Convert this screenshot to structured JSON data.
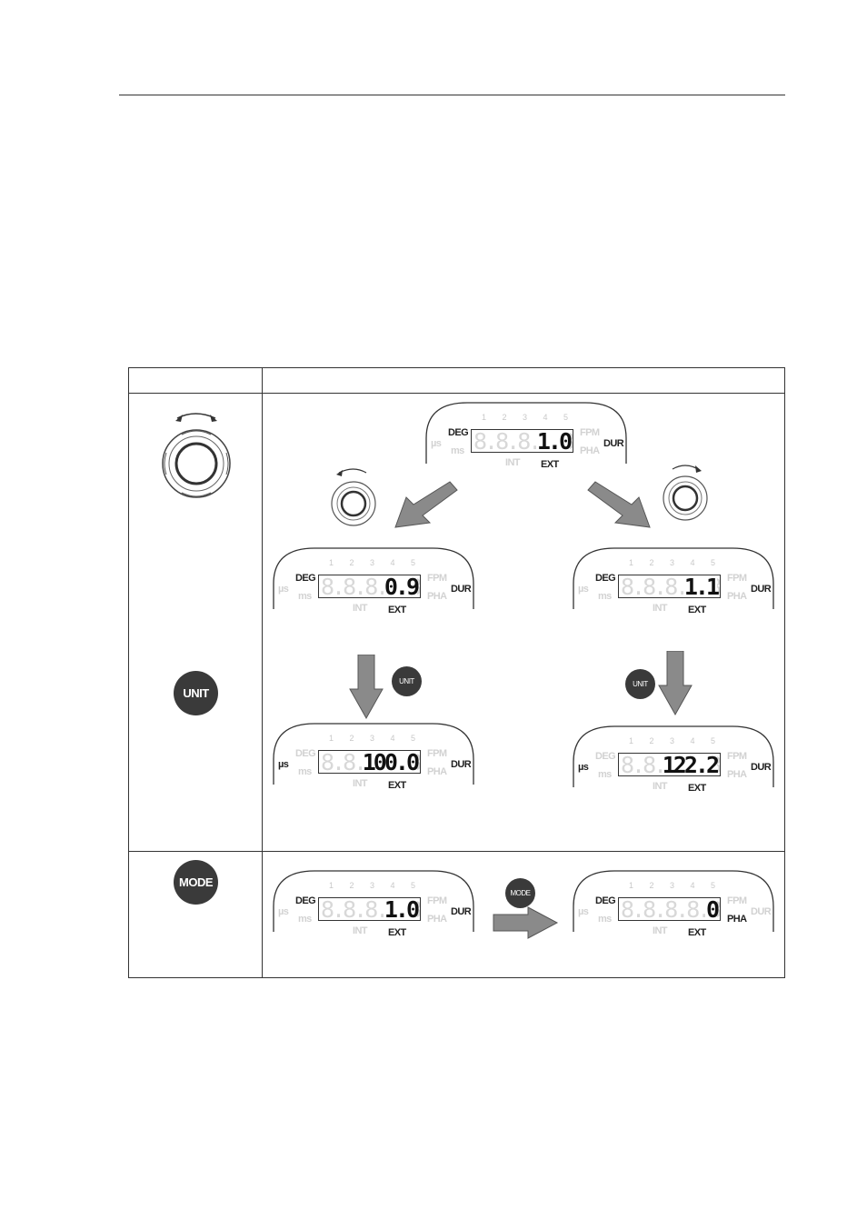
{
  "lcd_common": {
    "digits": [
      "1",
      "2",
      "3",
      "4",
      "5"
    ],
    "deg": "DEG",
    "us": "µs",
    "ms": "ms",
    "fpm": "FPM",
    "pha": "PHA",
    "dur": "DUR",
    "int": "INT",
    "ext": "EXT",
    "ghost": "8.8.8.8.8.8"
  },
  "buttons": {
    "unit": "UNIT",
    "mode": "MODE"
  },
  "displays": {
    "top": {
      "value": "1.0",
      "unit": "DEG",
      "mode": "DUR"
    },
    "left": {
      "value": "0.9",
      "unit": "DEG",
      "mode": "DUR"
    },
    "right": {
      "value": "1.1",
      "unit": "DEG",
      "mode": "DUR"
    },
    "left_unit": {
      "value": "100.0",
      "unit": "µs",
      "mode": "DUR"
    },
    "right_unit": {
      "value": "122.2",
      "unit": "µs",
      "mode": "DUR"
    },
    "mode_before": {
      "value": "1.0",
      "unit": "DEG",
      "mode": "DUR"
    },
    "mode_after": {
      "value": "0",
      "unit": "DEG",
      "mode": "PHA"
    }
  }
}
